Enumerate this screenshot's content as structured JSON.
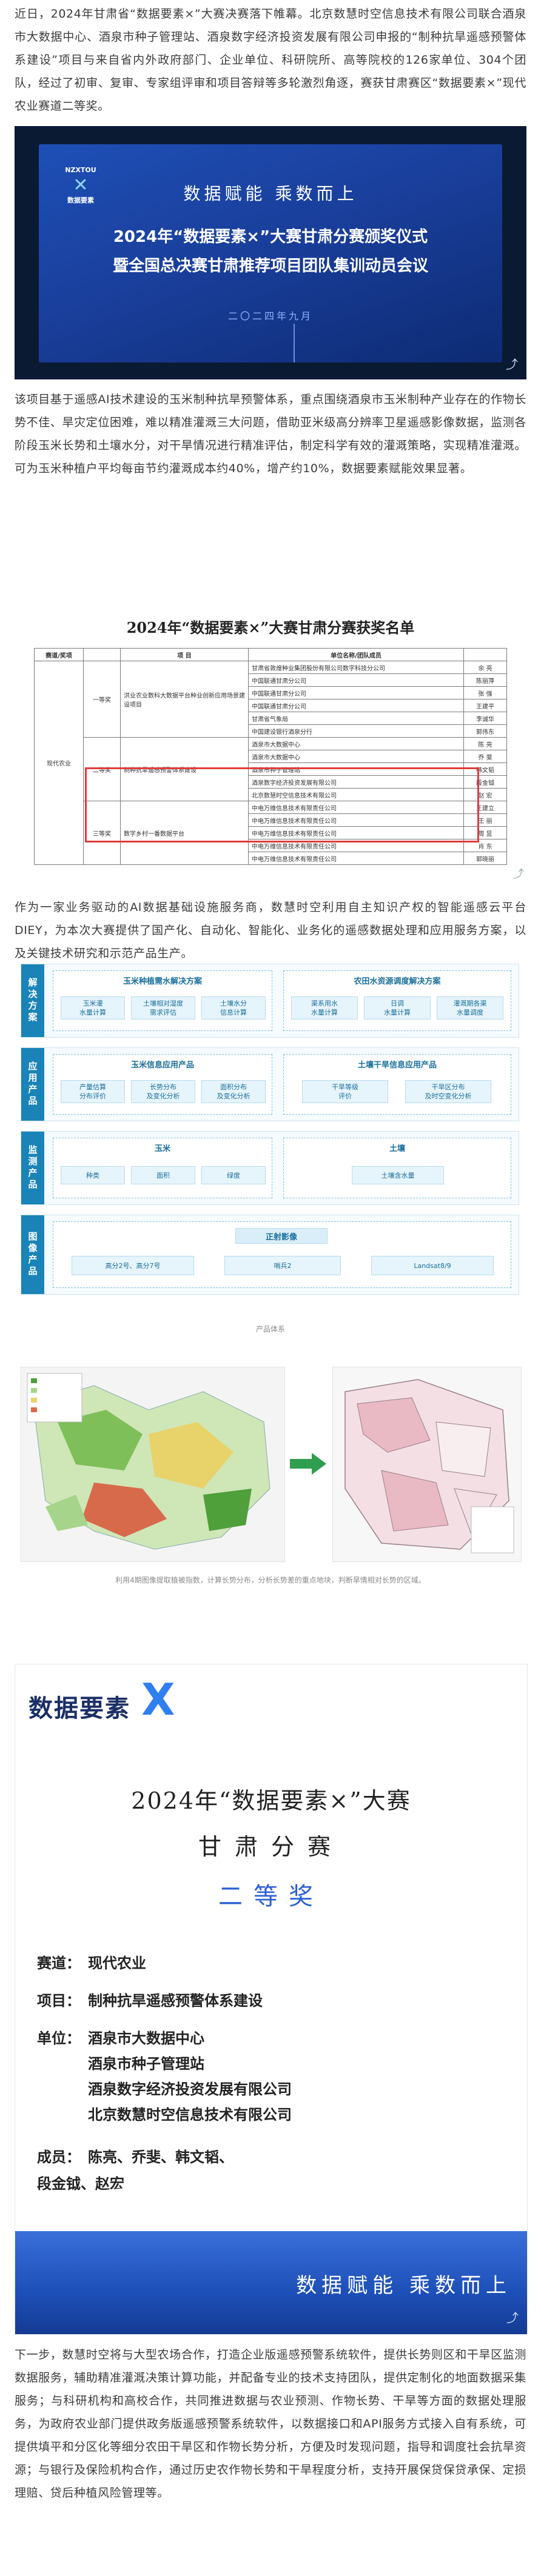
{
  "intro": "近日，2024年甘肃省“数据要素×”大赛决赛落下帷幕。北京数慧时空信息技术有限公司联合酒泉市大数据中心、酒泉市种子管理站、酒泉数字经济投资发展有限公司申报的“制种抗旱遥感预警体系建设”项目与来自省内外政府部门、企业单位、科研院所、高等院校的126家单位、304个团队，经过了初审、复审、专家组评审和项目答辩等多轮激烈角逐，赛获甘肃赛区“数据要素×”现代农业赛道二等奖。",
  "hero": {
    "logo_top": "NZXTOU",
    "logo_bottom": "数据要素",
    "line1": "数据赋能  乘数而上",
    "line2": "2024年“数据要素×”大赛甘肃分赛颁奖仪式",
    "line3": "暨全国总决赛甘肃推荐项目团队集训动员会议",
    "line4": "二〇二四年九月"
  },
  "project_desc": "该项目基于遥感AI技术建设的玉米制种抗旱预警体系，重点围绕酒泉市玉米制种产业存在的作物长势不佳、旱灾定位困难，难以精准灌溉三大问题，借助亚米级高分辨率卫星遥感影像数据，监测各阶段玉米长势和土壤水分，对干旱情况进行精准评估，制定科学有效的灌溉策略，实现精准灌溉。可为玉米种植户平均每亩节约灌溉成本约40%，增产约10%，数据要素赋能效果显著。",
  "award_table": {
    "title": "2024年“数据要素×”大赛甘肃分赛获奖名单",
    "headers": [
      "赛道/奖项",
      "",
      "项  目",
      "单位名称/团队成员",
      ""
    ],
    "track": "现代农业",
    "first_prize": "一等奖",
    "second_prize": "二等奖",
    "third_prize": "三等奖",
    "first_project": "洪业农业数科大数据平台种业创新应用场景建设项目",
    "second_project": "制种抗旱遥感预警体系建设",
    "third_project": "数字乡村一番数据平台",
    "rows": [
      {
        "unit": "甘肃省敦煌种业集团股份有限公司数字科技分公司",
        "member": "余 亮"
      },
      {
        "unit": "中国联通甘肃分公司",
        "member": "陈丽萍"
      },
      {
        "unit": "中国联通甘肃分公司",
        "member": "张 强"
      },
      {
        "unit": "中国联通甘肃分公司",
        "member": "王建平"
      },
      {
        "unit": "甘肃省气象局",
        "member": "李诚华"
      },
      {
        "unit": "中国建设银行酒泉分行",
        "member": "郭伟东"
      },
      {
        "unit": "酒泉市大数据中心",
        "member": "陈 亮"
      },
      {
        "unit": "酒泉市大数据中心",
        "member": "乔 斐"
      },
      {
        "unit": "酒泉市种子管理站",
        "member": "韩文韬"
      },
      {
        "unit": "酒泉数字经济投资发展有限公司",
        "member": "段金钺"
      },
      {
        "unit": "北京数慧时空信息技术有限公司",
        "member": "赵 宏"
      },
      {
        "unit": "中电万维信息技术有限责任公司",
        "member": "王建立"
      },
      {
        "unit": "中电万维信息技术有限责任公司",
        "member": "王 丽"
      },
      {
        "unit": "中电万维信息技术有限责任公司",
        "member": "周 昱"
      },
      {
        "unit": "中电万维信息技术有限责任公司",
        "member": "肖 东"
      },
      {
        "unit": "中电万维信息技术有限责任公司",
        "member": "郭晓丽"
      }
    ]
  },
  "company_desc": "作为一家业务驱动的AI数据基础设施服务商，数慧时空利用自主知识产权的智能遥感云平台DIEY，为本次大赛提供了国产化、自动化、智能化、业务化的遥感数据处理和应用服务方案，以及关键技术研究和示范产品生产。",
  "diagram": {
    "caption": "产品体系",
    "lanes": [
      "解决方案",
      "应用产品",
      "监测产品",
      "图像产品"
    ],
    "solution_left": {
      "title": "玉米种植需水解决方案",
      "chips": [
        "玉米灌\n水量计算",
        "土壤相对湿度\n需求评估",
        "土壤水分\n信息计算"
      ]
    },
    "solution_right": {
      "title": "农田水资源调度解决方案",
      "chips": [
        "渠系用水\n水量计算",
        "日调\n水量计算",
        "灌溉期各渠\n水量调度"
      ]
    },
    "app_left": {
      "title": "玉米信息应用产品",
      "chips": [
        "产量估算\n分布评价",
        "长势分布\n及变化分析",
        "面积分布\n及变化分析"
      ]
    },
    "app_right": {
      "title": "土壤干旱信息应用产品",
      "chips": [
        "干旱等级\n评价",
        "干旱区分布\n及时空变化分析"
      ]
    },
    "monitor_left": {
      "title": "玉米",
      "chips": [
        "种类",
        "面积",
        "绿度"
      ]
    },
    "monitor_right": {
      "title": "土壤",
      "chips": [
        "土壤含水量"
      ]
    },
    "image": {
      "title": "正射影像",
      "chips": [
        "高分2号、高分7号",
        "哨兵2",
        "Landsat8/9"
      ]
    }
  },
  "map_caption": "利用4期图像提取植被指数，计算长势分布，分析长势差的重点地块，判断旱情相对长势的区域。",
  "poster": {
    "brand": "数据要素",
    "brand_x": "X",
    "title1": "2024年“数据要素×”大赛",
    "title2": "甘肃分赛",
    "title3": "二等奖",
    "track_label": "赛道：",
    "track_value": "现代农业",
    "project_label": "项目：",
    "project_value": "制种抗旱遥感预警体系建设",
    "unit_label": "单位：",
    "units": [
      "酒泉市大数据中心",
      "酒泉市种子管理站",
      "酒泉数字经济投资发展有限公司",
      "北京数慧时空信息技术有限公司"
    ],
    "member_label": "成员：",
    "members_line1": "陈亮、乔斐、韩文韬、",
    "members_line2": "段金钺、赵宏",
    "footer": "数据赋能  乘数而上"
  },
  "outro": "下一步，数慧时空将与大型农场合作，打造企业版遥感预警系统软件，提供长势则区和干旱区监测数据服务，辅助精准灌溉决策计算功能，并配备专业的技术支持团队，提供定制化的地面数据采集服务；与科研机构和高校合作，共同推进数据与农业预测、作物长势、干旱等方面的数据处理服务，为政府农业部门提供政务版遥感预警系统软件，以数据接口和API服务方式接入自有系统，可提供填平和分区化等细分农田干旱区和作物长势分析，方便及时发现问题，指导和调度社会抗旱资源；与银行及保险机构合作，通过历史农作物长势和干旱程度分析，支持开展保贷保贷承保、定损理赔、贷后种植风险管理等。"
}
